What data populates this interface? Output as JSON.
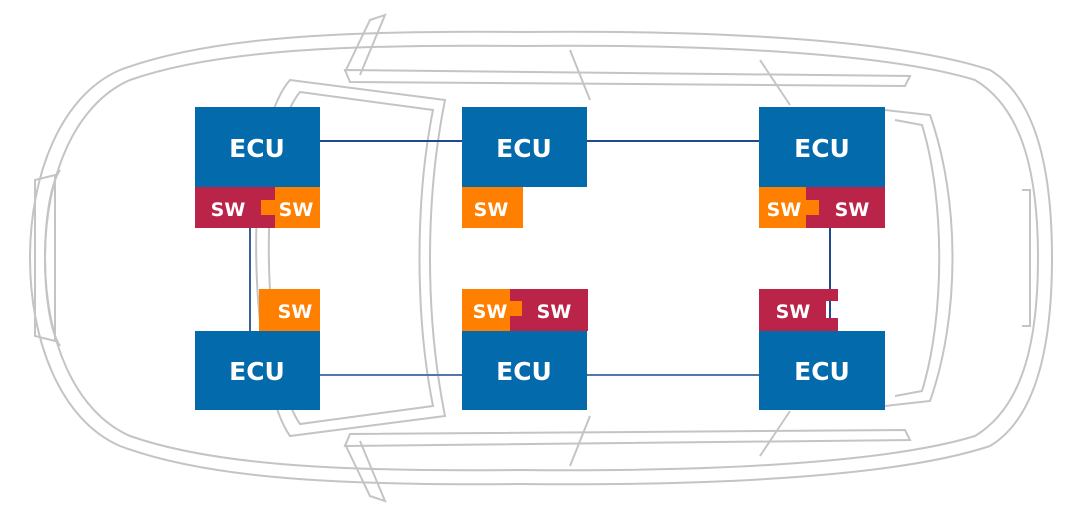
{
  "colors": {
    "ecu": "#036aab",
    "sw_orange": "#ff8000",
    "sw_red": "#bb2449",
    "link": "#1f4a8c",
    "car_outline": "#bdbdbd"
  },
  "nodes": [
    {
      "id": "front-left",
      "ecu_label": "ECU",
      "switches": [
        "SW",
        "SW"
      ]
    },
    {
      "id": "center-top",
      "ecu_label": "ECU",
      "switches": [
        "SW"
      ]
    },
    {
      "id": "rear-top",
      "ecu_label": "ECU",
      "switches": [
        "SW",
        "SW"
      ]
    },
    {
      "id": "front-bottom",
      "ecu_label": "ECU",
      "switches": [
        "SW"
      ]
    },
    {
      "id": "center-bottom",
      "ecu_label": "ECU",
      "switches": [
        "SW",
        "SW"
      ]
    },
    {
      "id": "rear-bottom",
      "ecu_label": "ECU",
      "switches": [
        "SW"
      ]
    }
  ]
}
